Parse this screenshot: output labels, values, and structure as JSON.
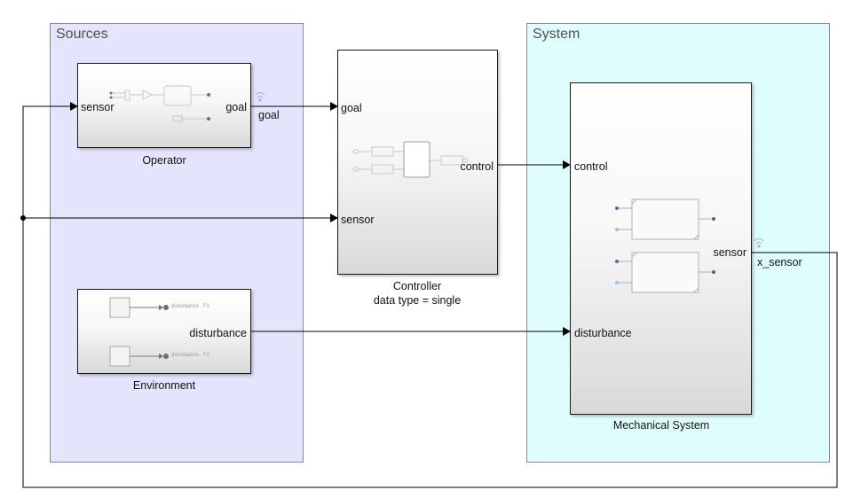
{
  "areas": {
    "sources": {
      "title": "Sources",
      "color": "#e4e4fc"
    },
    "system": {
      "title": "System",
      "color": "#e0fdfd"
    }
  },
  "blocks": {
    "operator": {
      "name": "Operator",
      "inports": [
        "sensor"
      ],
      "outports": [
        "goal"
      ]
    },
    "environment": {
      "name": "Environment",
      "outports": [
        "disturbance"
      ],
      "internal_labels": [
        "disturbance . F1",
        "disturbance . F2"
      ]
    },
    "controller": {
      "name": "Controller",
      "annotation": "data type = single",
      "inports": [
        "goal",
        "sensor"
      ],
      "outports": [
        "control"
      ]
    },
    "mechanical": {
      "name": "Mechanical System",
      "inports": [
        "control",
        "disturbance"
      ],
      "outports": [
        "sensor"
      ]
    }
  },
  "signals": {
    "goal": "goal",
    "x_sensor": "x_sensor"
  },
  "colors": {
    "line": "#000000",
    "logged_signal_icon": "#8fb7e6",
    "port_dot_dark": "#6a5acd",
    "port_dot_light": "#8fc4ee"
  }
}
